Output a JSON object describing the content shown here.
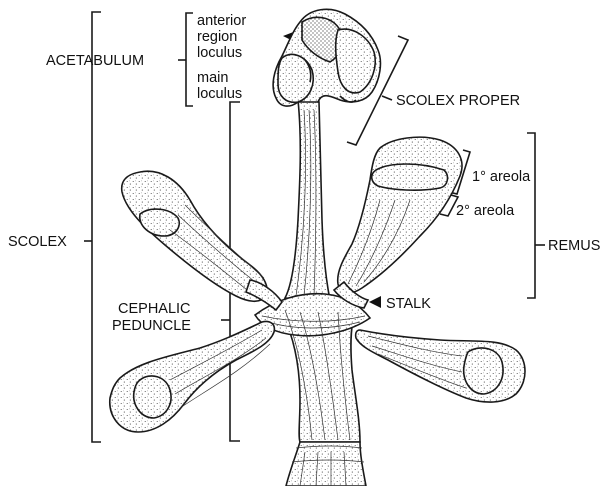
{
  "labels": {
    "scolex": "SCOLEX",
    "acetabulum": "ACETABULUM",
    "anterior_region_loculus_line1": "anterior",
    "anterior_region_loculus_line2": "region",
    "anterior_region_loculus_line3": "loculus",
    "main_loculus_line1": "main",
    "main_loculus_line2": "loculus",
    "scolex_proper": "SCOLEX PROPER",
    "areola_1": "1° areola",
    "areola_2": "2° areola",
    "remus": "REMUS",
    "stalk": "STALK",
    "cephalic_peduncle_line1": "CEPHALIC",
    "cephalic_peduncle_line2": "PEDUNCLE"
  },
  "colors": {
    "ink": "#1a1a1a",
    "background": "#ffffff"
  }
}
